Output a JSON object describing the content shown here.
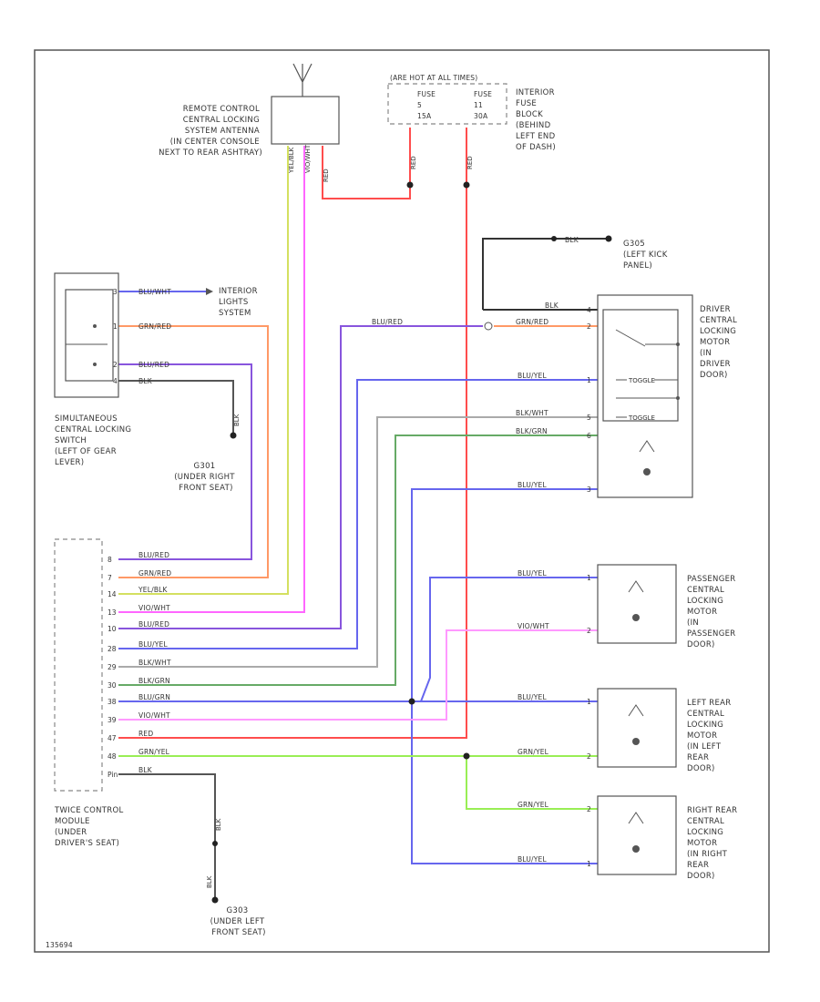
{
  "colors": {
    "red": "#ff4d4d",
    "yellow": "#d4e060",
    "pink": "#ff66ff",
    "orange": "#ff9966",
    "purple": "#8855dd",
    "blue": "#6666ee",
    "light_pink": "#ff99ff",
    "green": "#66aa66",
    "light_green": "#99ee55",
    "gray": "#aaaaaa",
    "black": "#222222"
  },
  "antenna": {
    "label": [
      "REMOTE CONTROL",
      "CENTRAL LOCKING",
      "SYSTEM ANTENNA",
      "(IN CENTER CONSOLE",
      "NEXT TO REAR ASHTRAY)"
    ],
    "wires": [
      "YEL/BLK",
      "VIO/WHT",
      "RED"
    ]
  },
  "fuse_box": {
    "title": "(ARE HOT AT ALL TIMES)",
    "fuses": [
      {
        "name": "FUSE",
        "num": "5",
        "amps": "15A",
        "wire": "RED"
      },
      {
        "name": "FUSE",
        "num": "11",
        "amps": "30A",
        "wire": "RED"
      }
    ],
    "label": [
      "INTERIOR",
      "FUSE",
      "BLOCK",
      "(BEHIND",
      "LEFT END",
      "OF DASH)"
    ]
  },
  "g305": {
    "wire": "BLK",
    "label": [
      "G305",
      "(LEFT KICK",
      "PANEL)"
    ]
  },
  "switch": {
    "pins": [
      "3",
      "1",
      "2",
      "4"
    ],
    "wires": [
      "BLU/WHT",
      "GRN/RED",
      "BLU/RED",
      "BLK"
    ],
    "interior_label": [
      "INTERIOR",
      "LIGHTS",
      "SYSTEM"
    ],
    "label": [
      "SIMULTANEOUS",
      "CENTRAL LOCKING",
      "SWITCH",
      "(LEFT OF GEAR",
      "LEVER)"
    ],
    "ground_wire": "BLK"
  },
  "g301": {
    "label": [
      "G301",
      "(UNDER RIGHT",
      "FRONT SEAT)"
    ]
  },
  "driver_motor": {
    "pins": [
      "4",
      "2",
      "1",
      "5",
      "6",
      "3"
    ],
    "wires": [
      "BLK",
      "GRN/RED",
      "BLU/YEL",
      "BLK/WHT",
      "BLK/GRN",
      "BLU/YEL"
    ],
    "left_wire": "BLU/RED",
    "switch_labels": [
      "TOGGLE",
      "TOGGLE"
    ],
    "label": [
      "DRIVER",
      "CENTRAL",
      "LOCKING",
      "MOTOR",
      "(IN",
      "DRIVER",
      "DOOR)"
    ]
  },
  "module": {
    "pins": [
      "8",
      "7",
      "14",
      "13",
      "10",
      "28",
      "29",
      "30",
      "38",
      "39",
      "47",
      "48",
      "Pin"
    ],
    "wires": [
      "BLU/RED",
      "GRN/RED",
      "YEL/BLK",
      "VIO/WHT",
      "BLU/RED",
      "BLU/YEL",
      "BLK/WHT",
      "BLK/GRN",
      "BLU/GRN",
      "VIO/WHT",
      "RED",
      "GRN/YEL",
      "BLK"
    ],
    "label": [
      "TWICE CONTROL",
      "MODULE",
      "(UNDER",
      "DRIVER'S SEAT)"
    ]
  },
  "g303": {
    "wire": "BLK",
    "label": [
      "G303",
      "(UNDER LEFT",
      "FRONT SEAT)"
    ]
  },
  "passenger_motor": {
    "pins": [
      "1",
      "2"
    ],
    "wires": [
      "BLU/YEL",
      "VIO/WHT"
    ],
    "label": [
      "PASSENGER",
      "CENTRAL",
      "LOCKING",
      "MOTOR",
      "(IN",
      "PASSENGER",
      "DOOR)"
    ]
  },
  "left_rear_motor": {
    "pins": [
      "1",
      "2"
    ],
    "wires": [
      "BLU/YEL",
      "GRN/YEL"
    ],
    "label": [
      "LEFT REAR",
      "CENTRAL",
      "LOCKING",
      "MOTOR",
      "(IN LEFT",
      "REAR",
      "DOOR)"
    ]
  },
  "right_rear_motor": {
    "pins": [
      "2",
      "1"
    ],
    "wires": [
      "GRN/YEL",
      "BLU/YEL"
    ],
    "label": [
      "RIGHT REAR",
      "CENTRAL",
      "LOCKING",
      "MOTOR",
      "(IN RIGHT",
      "REAR",
      "DOOR)"
    ]
  },
  "footer": "135694"
}
